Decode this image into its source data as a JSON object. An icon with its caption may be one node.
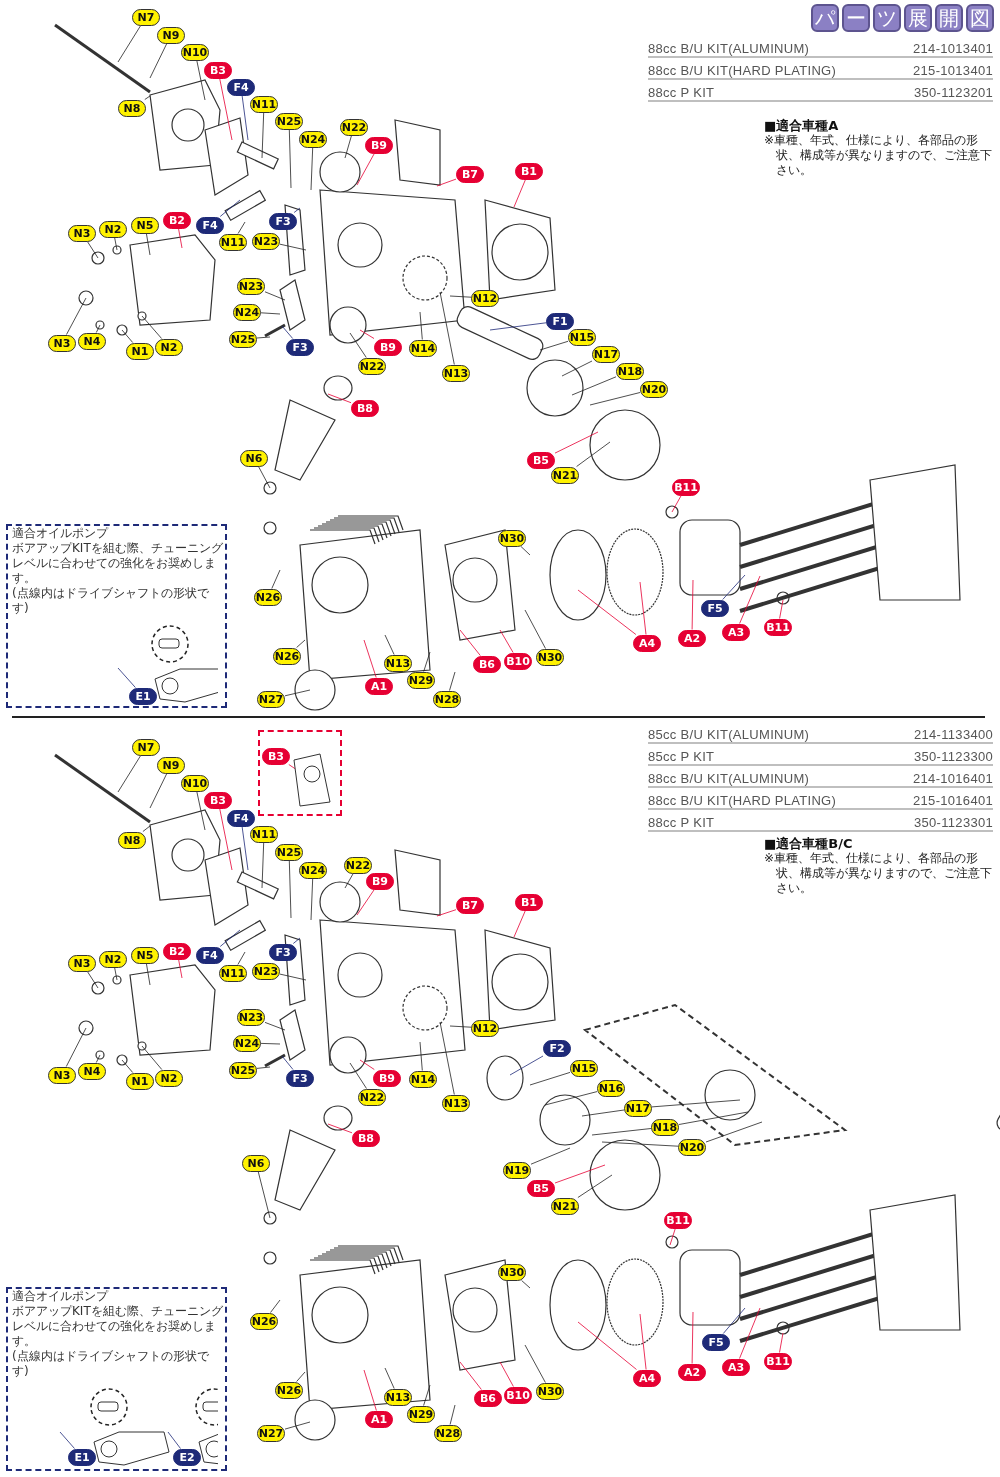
{
  "diagram": {
    "title": "パーツ展開図",
    "nodes": [
      {
        "text": [
          "適合オイルポンプ",
          "ボアアップKITを組む際、チューニングレベルに合わせての強化をお奨めします。",
          "(点線内はドライブシャフトの形状です)"
        ]
      },
      {
        "text": [
          "N7"
        ]
      },
      {
        "text": [
          "N9"
        ]
      },
      {
        "text": [
          "N10"
        ]
      },
      {
        "text": [
          "B3"
        ]
      },
      {
        "text": [
          "F4"
        ]
      },
      {
        "text": [
          "N11"
        ]
      },
      {
        "text": [
          "N25"
        ]
      },
      {
        "text": [
          "N24"
        ]
      },
      {
        "text": [
          "N22"
        ]
      },
      {
        "text": [
          "B9"
        ]
      },
      {
        "text": [
          "B7"
        ]
      },
      {
        "text": [
          "B1"
        ]
      },
      {
        "text": [
          "N8"
        ]
      },
      {
        "text": [
          "N3"
        ]
      },
      {
        "text": [
          "N2"
        ]
      },
      {
        "text": [
          "N5"
        ]
      },
      {
        "text": [
          "B2"
        ]
      },
      {
        "text": [
          "F4"
        ]
      },
      {
        "text": [
          "F3"
        ]
      },
      {
        "text": [
          "N11"
        ]
      },
      {
        "text": [
          "N23"
        ]
      },
      {
        "text": [
          "N12"
        ]
      },
      {
        "text": [
          "N23"
        ]
      },
      {
        "text": [
          "N24"
        ]
      },
      {
        "text": [
          "F1"
        ]
      },
      {
        "text": [
          "N25"
        ]
      },
      {
        "text": [
          "F3"
        ]
      },
      {
        "text": [
          "N3"
        ]
      },
      {
        "text": [
          "N4"
        ]
      },
      {
        "text": [
          "N1"
        ]
      },
      {
        "text": [
          "N2"
        ]
      },
      {
        "text": [
          "B9"
        ]
      },
      {
        "text": [
          "N14"
        ]
      },
      {
        "text": [
          "N22"
        ]
      },
      {
        "text": [
          "N13"
        ]
      },
      {
        "text": [
          "N15"
        ]
      },
      {
        "text": [
          "N17"
        ]
      },
      {
        "text": [
          "N18"
        ]
      },
      {
        "text": [
          "N20"
        ]
      },
      {
        "text": [
          "B8"
        ]
      },
      {
        "text": [
          "B5"
        ]
      },
      {
        "text": [
          "N21"
        ]
      },
      {
        "text": [
          "N6"
        ]
      },
      {
        "text": [
          "B11"
        ]
      },
      {
        "text": [
          "N30"
        ]
      },
      {
        "text": [
          "N26"
        ]
      },
      {
        "text": [
          "N26"
        ]
      },
      {
        "text": [
          "N13"
        ]
      },
      {
        "text": [
          "A1"
        ]
      },
      {
        "text": [
          "N29"
        ]
      },
      {
        "text": [
          "N28"
        ]
      },
      {
        "text": [
          "N27"
        ]
      },
      {
        "text": [
          "B6"
        ]
      },
      {
        "text": [
          "B10"
        ]
      },
      {
        "text": [
          "N30"
        ]
      },
      {
        "text": [
          "A4"
        ]
      },
      {
        "text": [
          "A2"
        ]
      },
      {
        "text": [
          "F5"
        ]
      },
      {
        "text": [
          "A3"
        ]
      },
      {
        "text": [
          "B11"
        ]
      },
      {
        "text": [
          "E1"
        ],
        "in": 0
      },
      {
        "text": [
          "適合オイルポンプ",
          "ボアアップKITを組む際、チューニングレベルに合わせての強化をお奨めします。",
          "(点線内はドライブシャフトの形状です)"
        ]
      },
      {
        "text": [],
        "shape": "box"
      },
      {
        "text": [
          "N7"
        ]
      },
      {
        "text": [
          "N9"
        ]
      },
      {
        "text": [
          "N10"
        ]
      },
      {
        "text": [
          "B3"
        ]
      },
      {
        "text": [
          "F4"
        ]
      },
      {
        "text": [
          "N11"
        ]
      },
      {
        "text": [
          "N25"
        ]
      },
      {
        "text": [
          "N24"
        ]
      },
      {
        "text": [
          "N22"
        ]
      },
      {
        "text": [
          "B9"
        ]
      },
      {
        "text": [
          "B7"
        ]
      },
      {
        "text": [
          "B1"
        ]
      },
      {
        "text": [
          "B3"
        ],
        "in": 63
      },
      {
        "text": [
          "N8"
        ]
      },
      {
        "text": [
          "N3"
        ]
      },
      {
        "text": [
          "N2"
        ]
      },
      {
        "text": [
          "N5"
        ]
      },
      {
        "text": [
          "B2"
        ]
      },
      {
        "text": [
          "F4"
        ]
      },
      {
        "text": [
          "F3"
        ]
      },
      {
        "text": [
          "N11"
        ]
      },
      {
        "text": [
          "N23"
        ]
      },
      {
        "text": [
          "N12"
        ]
      },
      {
        "text": [
          "N23"
        ]
      },
      {
        "text": [
          "N24"
        ]
      },
      {
        "text": [
          "F2"
        ]
      },
      {
        "text": [
          "N25"
        ]
      },
      {
        "text": [
          "F3"
        ]
      },
      {
        "text": [
          "N3"
        ]
      },
      {
        "text": [
          "N4"
        ]
      },
      {
        "text": [
          "N1"
        ]
      },
      {
        "text": [
          "N2"
        ]
      },
      {
        "text": [
          "B9"
        ]
      },
      {
        "text": [
          "N14"
        ]
      },
      {
        "text": [
          "N22"
        ]
      },
      {
        "text": [
          "N13"
        ]
      },
      {
        "text": [
          "N15"
        ]
      },
      {
        "text": [
          "N16"
        ]
      },
      {
        "text": [
          "N17"
        ]
      },
      {
        "text": [
          "N18"
        ]
      },
      {
        "text": [
          "N20"
        ]
      },
      {
        "text": [
          "B8"
        ]
      },
      {
        "text": [
          "N19"
        ]
      },
      {
        "text": [
          "B5"
        ]
      },
      {
        "text": [
          "N21"
        ]
      },
      {
        "text": [
          "N6"
        ]
      },
      {
        "text": [
          "B11"
        ]
      },
      {
        "text": [
          "N30"
        ]
      },
      {
        "text": [
          "N26"
        ]
      },
      {
        "text": [
          "N26"
        ]
      },
      {
        "text": [
          "N13"
        ]
      },
      {
        "text": [
          "A1"
        ]
      },
      {
        "text": [
          "N29"
        ]
      },
      {
        "text": [
          "N28"
        ]
      },
      {
        "text": [
          "N27"
        ]
      },
      {
        "text": [
          "B6"
        ]
      },
      {
        "text": [
          "B10"
        ]
      },
      {
        "text": [
          "N30"
        ]
      },
      {
        "text": [
          "A4"
        ]
      },
      {
        "text": [
          "A2"
        ]
      },
      {
        "text": [
          "F5"
        ]
      },
      {
        "text": [
          "A3"
        ]
      },
      {
        "text": [
          "B11"
        ]
      },
      {
        "text": [
          "E1"
        ],
        "in": 62
      },
      {
        "text": [
          "E2"
        ],
        "in": 62
      }
    ],
    "edges": [
      {
        "from": 1,
        "to": null,
        "arrow": "none"
      },
      {
        "from": 2,
        "to": null,
        "arrow": "none"
      },
      {
        "from": 3,
        "to": null,
        "arrow": "none"
      },
      {
        "from": 4,
        "to": null,
        "arrow": "none",
        "color": "#e60033"
      },
      {
        "from": 5,
        "to": null,
        "arrow": "none",
        "color": "#1e2a78"
      },
      {
        "from": 6,
        "to": null,
        "arrow": "none"
      },
      {
        "from": 7,
        "to": null,
        "arrow": "none"
      },
      {
        "from": 8,
        "to": null,
        "arrow": "none"
      },
      {
        "from": 9,
        "to": null,
        "arrow": "none"
      },
      {
        "from": 10,
        "to": null,
        "arrow": "none",
        "color": "#e60033"
      },
      {
        "from": 11,
        "to": null,
        "arrow": "none",
        "color": "#e60033"
      },
      {
        "from": 12,
        "to": null,
        "arrow": "none",
        "color": "#e60033"
      },
      {
        "from": 13,
        "to": null,
        "arrow": "none"
      },
      {
        "from": 14,
        "to": null,
        "arrow": "none"
      },
      {
        "from": 15,
        "to": null,
        "arrow": "none"
      },
      {
        "from": 16,
        "to": null,
        "arrow": "none"
      },
      {
        "from": 17,
        "to": null,
        "arrow": "none",
        "color": "#e60033"
      },
      {
        "from": 18,
        "to": null,
        "arrow": "none",
        "color": "#1e2a78"
      },
      {
        "from": 19,
        "to": null,
        "arrow": "none",
        "color": "#1e2a78"
      },
      {
        "from": 20,
        "to": null,
        "arrow": "none"
      },
      {
        "from": 21,
        "to": null,
        "arrow": "none"
      },
      {
        "from": 22,
        "to": null,
        "arrow": "none"
      },
      {
        "from": 23,
        "to": null,
        "arrow": "none"
      },
      {
        "from": 24,
        "to": null,
        "arrow": "none"
      },
      {
        "from": 25,
        "to": null,
        "arrow": "none",
        "color": "#1e2a78"
      },
      {
        "from": 26,
        "to": null,
        "arrow": "none"
      },
      {
        "from": 27,
        "to": null,
        "arrow": "none",
        "color": "#1e2a78"
      },
      {
        "from": 28,
        "to": null,
        "arrow": "none"
      },
      {
        "from": 29,
        "to": null,
        "arrow": "none"
      },
      {
        "from": 30,
        "to": null,
        "arrow": "none"
      },
      {
        "from": 31,
        "to": null,
        "arrow": "none"
      },
      {
        "from": 32,
        "to": null,
        "arrow": "none",
        "color": "#e60033"
      },
      {
        "from": 33,
        "to": null,
        "arrow": "none"
      },
      {
        "from": 34,
        "to": null,
        "arrow": "none"
      },
      {
        "from": 35,
        "to": null,
        "arrow": "none"
      },
      {
        "from": 36,
        "to": null,
        "arrow": "none"
      },
      {
        "from": 37,
        "to": null,
        "arrow": "none"
      },
      {
        "from": 38,
        "to": null,
        "arrow": "none"
      },
      {
        "from": 39,
        "to": null,
        "arrow": "none"
      },
      {
        "from": 40,
        "to": null,
        "arrow": "none",
        "color": "#e60033"
      },
      {
        "from": 41,
        "to": null,
        "arrow": "none",
        "color": "#e60033"
      },
      {
        "from": 42,
        "to": null,
        "arrow": "none"
      },
      {
        "from": 43,
        "to": null,
        "arrow": "none"
      },
      {
        "from": 44,
        "to": null,
        "arrow": "none",
        "color": "#e60033"
      },
      {
        "from": 45,
        "to": null,
        "arrow": "none"
      },
      {
        "from": 46,
        "to": null,
        "arrow": "none"
      },
      {
        "from": 47,
        "to": null,
        "arrow": "none"
      },
      {
        "from": 48,
        "to": null,
        "arrow": "none"
      },
      {
        "from": 49,
        "to": null,
        "arrow": "none",
        "color": "#e60033"
      },
      {
        "from": 50,
        "to": null,
        "arrow": "none"
      },
      {
        "from": 51,
        "to": null,
        "arrow": "none"
      },
      {
        "from": 52,
        "to": null,
        "arrow": "none"
      },
      {
        "from": 53,
        "to": null,
        "arrow": "none",
        "color": "#e60033"
      },
      {
        "from": 54,
        "to": null,
        "arrow": "none",
        "color": "#e60033"
      },
      {
        "from": 55,
        "to": null,
        "arrow": "none"
      },
      {
        "from": 56,
        "to": null,
        "arrow": "none",
        "color": "#e60033"
      },
      {
        "from": 56,
        "to": null,
        "arrow": "none",
        "color": "#e60033"
      },
      {
        "from": 57,
        "to": null,
        "arrow": "none",
        "color": "#e60033"
      },
      {
        "from": 58,
        "to": null,
        "arrow": "none",
        "color": "#1e2a78"
      },
      {
        "from": 59,
        "to": null,
        "arrow": "none",
        "color": "#e60033"
      },
      {
        "from": 60,
        "to": null,
        "arrow": "none",
        "color": "#e60033"
      },
      {
        "from": 61,
        "to": null,
        "arrow": "none",
        "color": "#1e2a78"
      },
      {
        "from": 64,
        "to": null,
        "arrow": "none"
      },
      {
        "from": 65,
        "to": null,
        "arrow": "none"
      },
      {
        "from": 66,
        "to": null,
        "arrow": "none"
      },
      {
        "from": 67,
        "to": null,
        "arrow": "none",
        "color": "#e60033"
      },
      {
        "from": 68,
        "to": null,
        "arrow": "none",
        "color": "#1e2a78"
      },
      {
        "from": 69,
        "to": null,
        "arrow": "none"
      },
      {
        "from": 70,
        "to": null,
        "arrow": "none"
      },
      {
        "from": 71,
        "to": null,
        "arrow": "none"
      },
      {
        "from": 72,
        "to": null,
        "arrow": "none"
      },
      {
        "from": 73,
        "to": null,
        "arrow": "none",
        "color": "#e60033"
      },
      {
        "from": 74,
        "to": null,
        "arrow": "none",
        "color": "#e60033"
      },
      {
        "from": 75,
        "to": null,
        "arrow": "none",
        "color": "#e60033"
      },
      {
        "from": 76,
        "to": null,
        "arrow": "none",
        "color": "#e60033"
      },
      {
        "from": 77,
        "to": null,
        "arrow": "none"
      },
      {
        "from": 78,
        "to": null,
        "arrow": "none"
      },
      {
        "from": 79,
        "to": null,
        "arrow": "none"
      },
      {
        "from": 80,
        "to": null,
        "arrow": "none"
      },
      {
        "from": 81,
        "to": null,
        "arrow": "none",
        "color": "#e60033"
      },
      {
        "from": 82,
        "to": null,
        "arrow": "none",
        "color": "#1e2a78"
      },
      {
        "from": 83,
        "to": null,
        "arrow": "none",
        "color": "#1e2a78"
      },
      {
        "from": 84,
        "to": null,
        "arrow": "none"
      },
      {
        "from": 85,
        "to": null,
        "arrow": "none"
      },
      {
        "from": 86,
        "to": null,
        "arrow": "none"
      },
      {
        "from": 87,
        "to": null,
        "arrow": "none"
      },
      {
        "from": 88,
        "to": null,
        "arrow": "none"
      },
      {
        "from": 89,
        "to": null,
        "arrow": "none",
        "color": "#1e2a78"
      },
      {
        "from": 90,
        "to": null,
        "arrow": "none"
      },
      {
        "from": 91,
        "to": null,
        "arrow": "none",
        "color": "#1e2a78"
      },
      {
        "from": 92,
        "to": null,
        "arrow": "none"
      },
      {
        "from": 93,
        "to": null,
        "arrow": "none"
      },
      {
        "from": 94,
        "to": null,
        "arrow": "none"
      },
      {
        "from": 95,
        "to": null,
        "arrow": "none"
      },
      {
        "from": 96,
        "to": null,
        "arrow": "none",
        "color": "#e60033"
      },
      {
        "from": 97,
        "to": null,
        "arrow": "none"
      },
      {
        "from": 98,
        "to": null,
        "arrow": "none"
      },
      {
        "from": 99,
        "to": null,
        "arrow": "none"
      },
      {
        "from": 100,
        "to": null,
        "arrow": "none"
      },
      {
        "from": 101,
        "to": null,
        "arrow": "none"
      },
      {
        "from": 102,
        "to": null,
        "arrow": "none"
      },
      {
        "from": 102,
        "to": null,
        "arrow": "none"
      },
      {
        "from": 103,
        "to": null,
        "arrow": "none"
      },
      {
        "from": 103,
        "to": null,
        "arrow": "none"
      },
      {
        "from": 104,
        "to": null,
        "arrow": "none"
      },
      {
        "from": 104,
        "to": null,
        "arrow": "none"
      },
      {
        "from": 105,
        "to": null,
        "arrow": "none",
        "color": "#e60033"
      },
      {
        "from": 106,
        "to": null,
        "arrow": "none"
      },
      {
        "from": 107,
        "to": null,
        "arrow": "none",
        "color": "#e60033"
      },
      {
        "from": 108,
        "to": null,
        "arrow": "none"
      },
      {
        "from": 109,
        "to": null,
        "arrow": "none"
      },
      {
        "from": 110,
        "to": null,
        "arrow": "none",
        "color": "#e60033"
      },
      {
        "from": 111,
        "to": null,
        "arrow": "none"
      },
      {
        "from": 112,
        "to": null,
        "arrow": "none"
      },
      {
        "from": 113,
        "to": null,
        "arrow": "none"
      },
      {
        "from": 114,
        "to": null,
        "arrow": "none"
      },
      {
        "from": 115,
        "to": null,
        "arrow": "none",
        "color": "#e60033"
      },
      {
        "from": 116,
        "to": null,
        "arrow": "none"
      },
      {
        "from": 117,
        "to": null,
        "arrow": "none"
      },
      {
        "from": 118,
        "to": null,
        "arrow": "none"
      },
      {
        "from": 119,
        "to": null,
        "arrow": "none",
        "color": "#e60033"
      },
      {
        "from": 120,
        "to": null,
        "arrow": "none",
        "color": "#e60033"
      },
      {
        "from": 121,
        "to": null,
        "arrow": "none"
      },
      {
        "from": 122,
        "to": null,
        "arrow": "none",
        "color": "#e60033"
      },
      {
        "from": 122,
        "to": null,
        "arrow": "none",
        "color": "#e60033"
      },
      {
        "from": 123,
        "to": null,
        "arrow": "none",
        "color": "#e60033"
      },
      {
        "from": 124,
        "to": null,
        "arrow": "none",
        "color": "#1e2a78"
      },
      {
        "from": 125,
        "to": null,
        "arrow": "none",
        "color": "#e60033"
      },
      {
        "from": 126,
        "to": null,
        "arrow": "none",
        "color": "#e60033"
      },
      {
        "from": 127,
        "to": null,
        "arrow": "none",
        "color": "#1e2a78"
      },
      {
        "from": 128,
        "to": null,
        "arrow": "none",
        "color": "#1e2a78"
      }
    ],
    "labels": [
      "88cc B/U KIT(ALUMINUM)",
      "214-1013401",
      "88cc B/U KIT(HARD PLATING)",
      "215-1013401",
      "88cc P KIT",
      "350-1123201",
      "■適合車種A",
      "※車種、年式、仕様により、各部品の形状、構成等が異なりますので、ご注意下さい。",
      "85cc B/U KIT(ALUMINUM)",
      "214-1133400",
      "85cc P KIT",
      "350-1123300",
      "88cc B/U KIT(ALUMINUM)",
      "214-1016401",
      "88cc B/U KIT(HARD PLATING)",
      "215-1016401",
      "88cc P KIT",
      "350-1123301",
      "■適合車種B/C",
      "※車種、年式、仕様により、各部品の形状、構成等が異なりますので、ご注意下さい。"
    ]
  }
}
